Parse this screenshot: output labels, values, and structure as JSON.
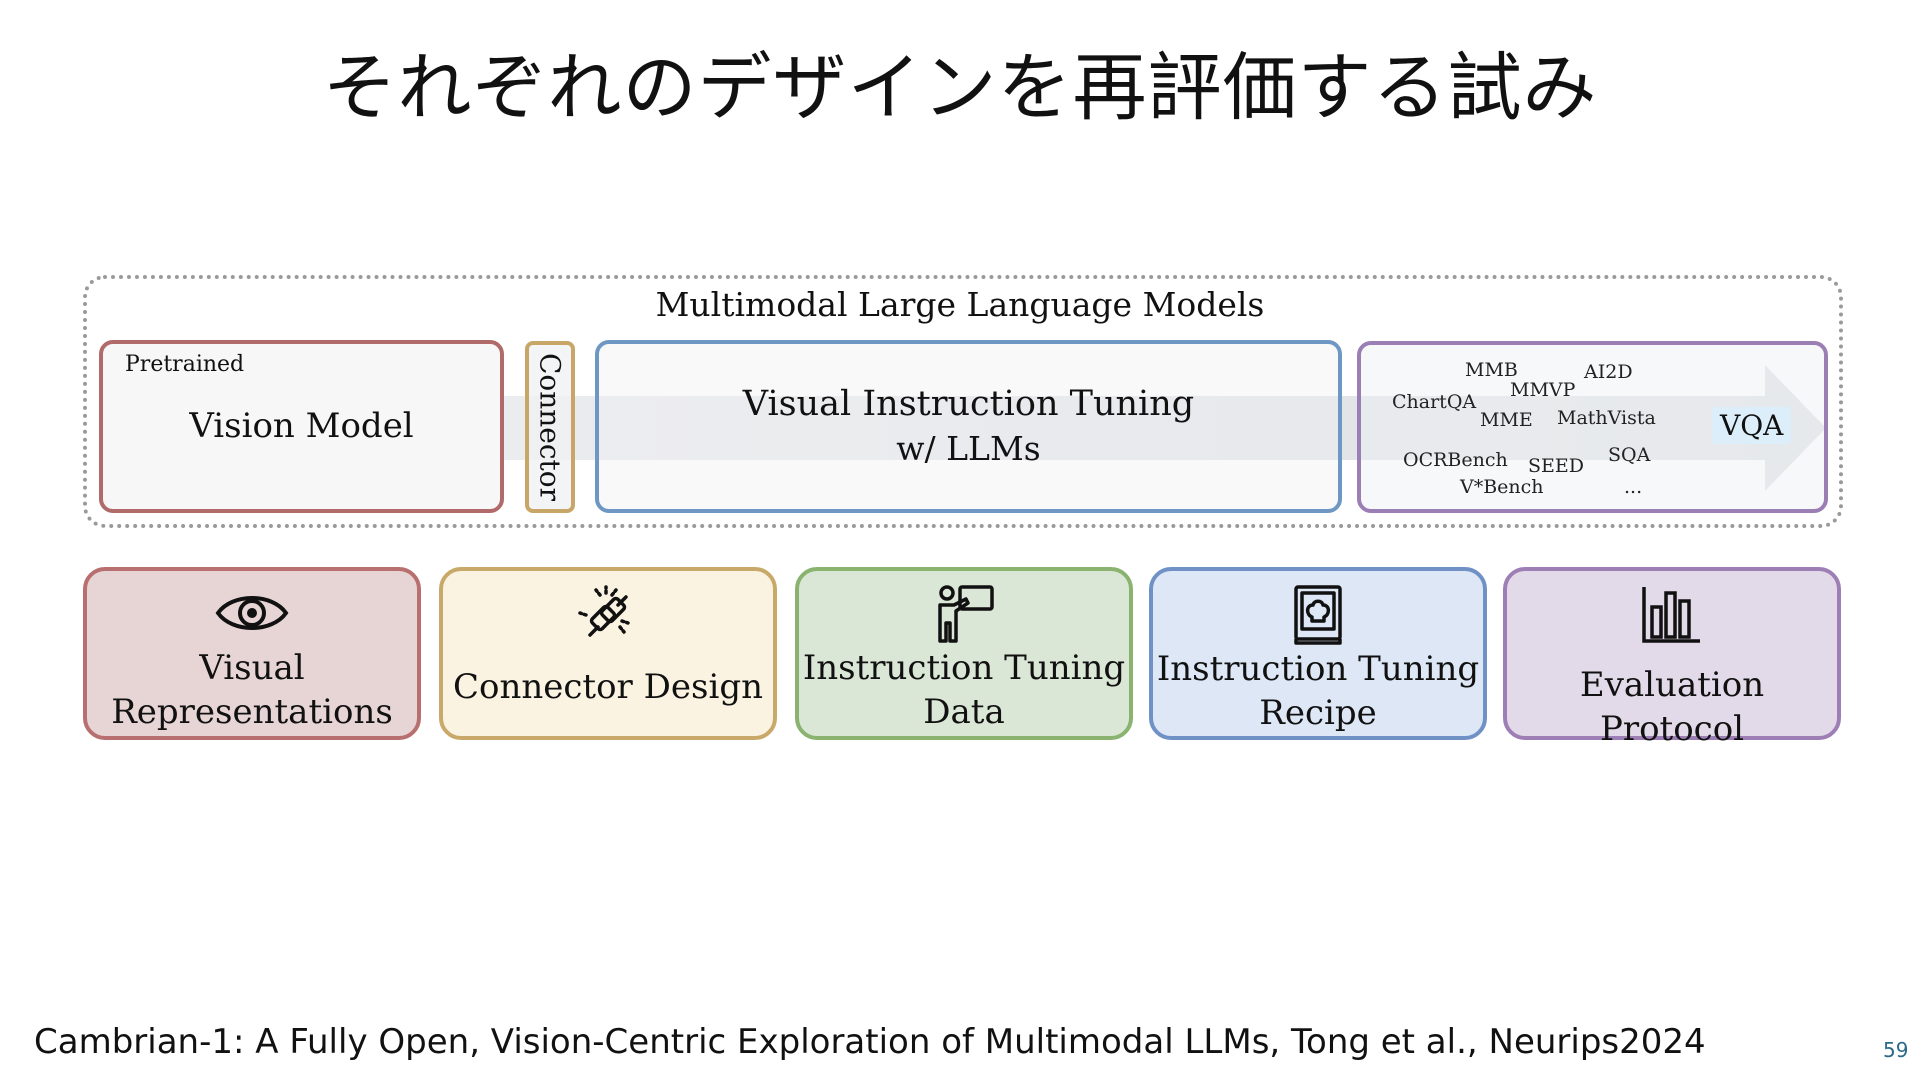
{
  "slide": {
    "title": "それぞれのデザインを再評価する試み",
    "citation": "Cambrian-1: A Fully Open, Vision-Centric Exploration of Multimodal LLMs, Tong et al., Neurips2024",
    "page_number": "59"
  },
  "diagram": {
    "frame_title": "Multimodal Large Language Models",
    "vision": {
      "tag": "Pretrained",
      "label": "Vision Model"
    },
    "connector": {
      "label": "Connector"
    },
    "instruction_tuning": {
      "line1": "Visual Instruction Tuning",
      "line2": "w/ LLMs"
    },
    "benchmarks": {
      "items": [
        "MMB",
        "AI2D",
        "MMVP",
        "ChartQA",
        "MME",
        "MathVista",
        "OCRBench",
        "SEED",
        "SQA",
        "V*Bench",
        "..."
      ],
      "output": "VQA"
    }
  },
  "cards": [
    {
      "line1": "Visual",
      "line2": "Representations",
      "icon": "eye-icon"
    },
    {
      "line1": "Connector Design",
      "line2": "",
      "icon": "plug-icon"
    },
    {
      "line1": "Instruction Tuning",
      "line2": "Data",
      "icon": "teacher-board-icon"
    },
    {
      "line1": "Instruction Tuning",
      "line2": "Recipe",
      "icon": "recipe-book-icon"
    },
    {
      "line1": "Evaluation Protocol",
      "line2": "",
      "icon": "bar-chart-icon"
    }
  ],
  "colors": {
    "vision_border": "#b06a6a",
    "connector_border": "#c7a668",
    "tuning_border": "#6f97c4",
    "benchmark_border": "#9b7eb4",
    "vqa_highlight": "#dbeef9"
  }
}
